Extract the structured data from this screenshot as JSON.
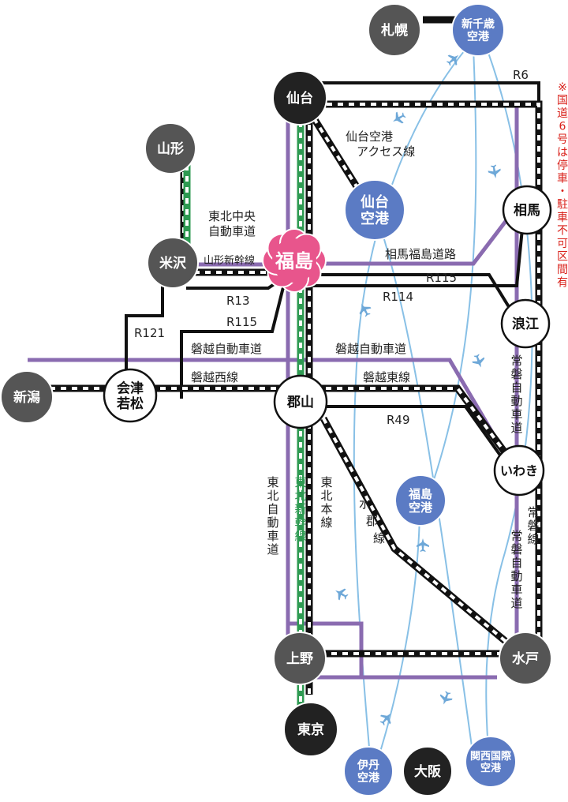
{
  "colors": {
    "expressway": "#8a6bb0",
    "shinkansen": "#2e9a52",
    "route": "#111111",
    "flight": "#88c0e6",
    "note": "#d9201a",
    "city_dark": "#555555",
    "city_black": "#222222",
    "airport": "#5b7bc4",
    "fukushima": "#e8558c"
  },
  "cities": {
    "sapporo": "札幌",
    "shin_chitose": "新千歳\n空港",
    "sendai": "仙台",
    "yamagata": "山形",
    "sendai_airport": "仙台\n空港",
    "soma": "相馬",
    "yonezawa": "米沢",
    "fukushima": "福島",
    "namie": "浪江",
    "niigata": "新潟",
    "aizu": "会津\n若松",
    "koriyama": "郡山",
    "iwaki": "いわき",
    "fukushima_airport": "福島\n空港",
    "ueno": "上野",
    "mito": "水戸",
    "tokyo": "東京",
    "itami": "伊丹\n空港",
    "osaka": "大阪",
    "kansai": "関西国際\n空港"
  },
  "labels": {
    "r6": "R6",
    "note": "※国道6号は停車・駐車不可区間有",
    "sendai_access_1": "仙台空港",
    "sendai_access_2": "アクセス線",
    "tohoku_chuo_1": "東北中央",
    "tohoku_chuo_2": "自動車道",
    "yamagata_shinkansen": "山形新幹線",
    "soma_fukushima_road": "相馬福島道路",
    "r115_east": "R115",
    "r114": "R114",
    "r13": "R13",
    "r115_west": "R115",
    "r121": "R121",
    "banetsu_exp_west": "磐越自動車道",
    "banetsu_exp_east": "磐越自動車道",
    "banetsu_west_line": "磐越西線",
    "banetsu_east_line": "磐越東線",
    "r49": "R49",
    "joban_exp_north": "常磐自動車道",
    "joban_line": "常磐線",
    "joban_exp_south": "常磐自動車道",
    "tohoku_exp": "東北自動車道",
    "tohoku_shinkansen": "東北新幹線",
    "tohoku_main": "東北本線",
    "suigun": "水郡線"
  },
  "legend": {}
}
